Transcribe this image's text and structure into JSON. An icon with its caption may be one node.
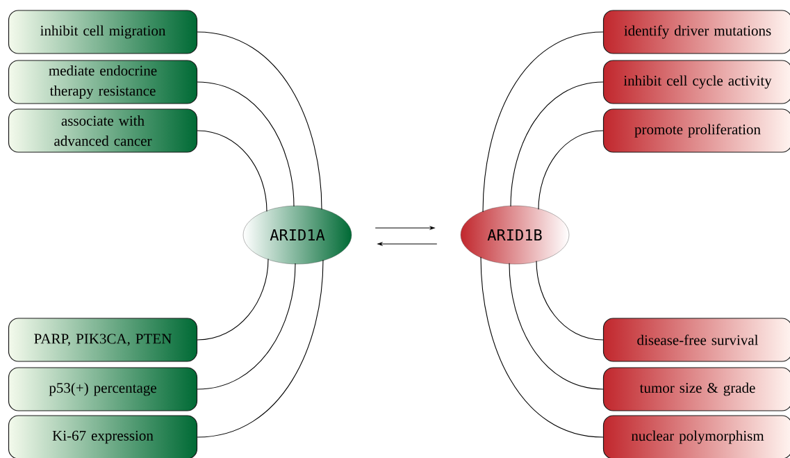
{
  "diagram": {
    "nodes": [
      {
        "text": [
          "inhibit cell migration"
        ]
      },
      {
        "text": [
          "mediate endocrine therapy resistance"
        ]
      },
      {
        "text": [
          "associate with advanced cancer"
        ]
      },
      {
        "text": [
          "identify driver mutations"
        ]
      },
      {
        "text": [
          "inhibit cell cycle activity"
        ]
      },
      {
        "text": [
          "promote proliferation"
        ]
      },
      {
        "text": [
          "ARID1A"
        ]
      },
      {
        "text": [
          "ARID1B"
        ]
      },
      {
        "text": [
          "PARP, PIK3CA, PTEN"
        ]
      },
      {
        "text": [
          "p53(+) percentage"
        ]
      },
      {
        "text": [
          "Ki-67 expression"
        ]
      },
      {
        "text": [
          "disease-free survival"
        ]
      },
      {
        "text": [
          "tumor size & grade"
        ]
      },
      {
        "text": [
          "nuclear polymorphism"
        ]
      }
    ],
    "edges": [
      {
        "from": 0,
        "to": 6,
        "arrow": "none"
      },
      {
        "from": 1,
        "to": 6,
        "arrow": "none"
      },
      {
        "from": 2,
        "to": 6,
        "arrow": "none"
      },
      {
        "from": 3,
        "to": 7,
        "arrow": "none"
      },
      {
        "from": 4,
        "to": 7,
        "arrow": "none"
      },
      {
        "from": 5,
        "to": 7,
        "arrow": "none"
      },
      {
        "from": 6,
        "to": 7,
        "arrow": "to"
      },
      {
        "from": 7,
        "to": 6,
        "arrow": "to"
      },
      {
        "from": 8,
        "to": 6,
        "arrow": "none"
      },
      {
        "from": 9,
        "to": 6,
        "arrow": "none"
      },
      {
        "from": 10,
        "to": 6,
        "arrow": "none"
      },
      {
        "from": 11,
        "to": 7,
        "arrow": "none"
      },
      {
        "from": 12,
        "to": 7,
        "arrow": "none"
      },
      {
        "from": 13,
        "to": 7,
        "arrow": "none"
      }
    ]
  }
}
